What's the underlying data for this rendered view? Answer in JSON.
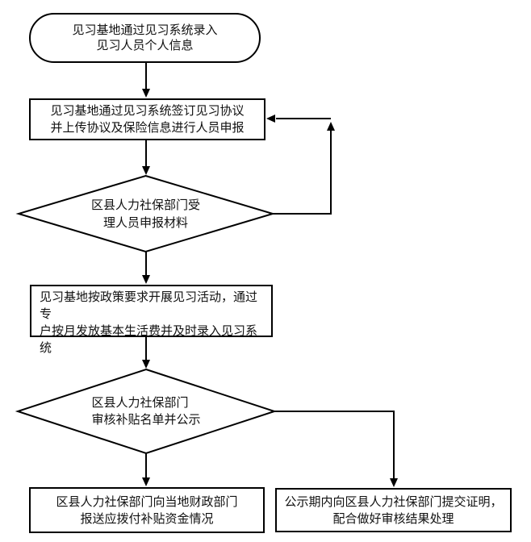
{
  "colors": {
    "stroke": "#000000",
    "shape_fill": "#ffffff",
    "text": "#111111",
    "background": "#ffffff"
  },
  "nodes": {
    "start": {
      "shape": "terminator",
      "lines": [
        "见习基地通过见习系统录入",
        "见习人员个人信息"
      ]
    },
    "declare": {
      "shape": "process",
      "lines": [
        "见习基地通过见习系统签订见习协议",
        "并上传协议及保险信息进行人员申报"
      ]
    },
    "accept": {
      "shape": "decision",
      "lines": [
        "区县人力社保部门受",
        "理人员申报材料"
      ]
    },
    "activity": {
      "shape": "process",
      "lines": [
        "见习基地按政策要求开展见习活动，通过专",
        "户按月发放基本生活费并及时录入见习系",
        "统"
      ]
    },
    "review": {
      "shape": "decision",
      "lines": [
        "区县人力社保部门",
        "审核补贴名单并公示"
      ]
    },
    "report": {
      "shape": "process",
      "lines": [
        "区县人力社保部门向当地财政部门",
        "报送应拨付补贴资金情况"
      ]
    },
    "evidence": {
      "shape": "process",
      "lines": [
        "公示期内向区县人力社保部门提交证明，",
        "配合做好审核结果处理"
      ]
    }
  },
  "edges": [
    {
      "from": "start",
      "to": "declare",
      "label": ""
    },
    {
      "from": "declare",
      "to": "accept",
      "label": ""
    },
    {
      "from": "accept",
      "to": "activity",
      "label": ""
    },
    {
      "from": "accept",
      "to": "declare",
      "label": ""
    },
    {
      "from": "activity",
      "to": "review",
      "label": ""
    },
    {
      "from": "review",
      "to": "report",
      "label": ""
    },
    {
      "from": "review",
      "to": "evidence",
      "label": ""
    }
  ]
}
